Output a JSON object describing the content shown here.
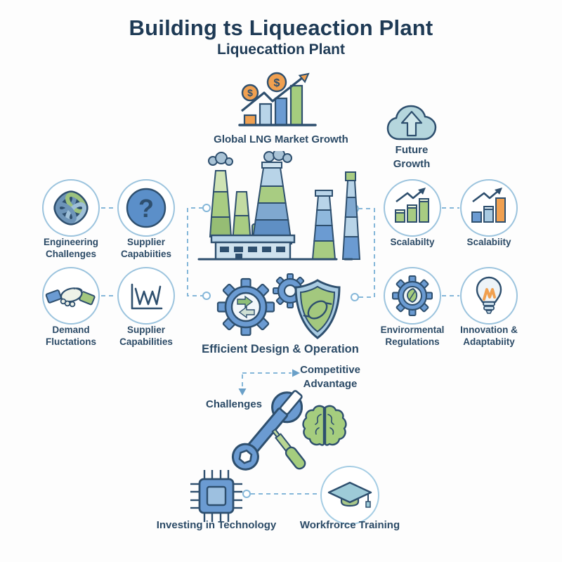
{
  "title": {
    "main": "Building ts Liqueaction Plant",
    "sub": "Liquecattion Plant"
  },
  "top": {
    "market_growth_label": "Global LNG Market Growth",
    "market_growth_icon": "bar-chart-dollar-growth-icon",
    "future_growth_label": "Future Growth",
    "future_growth_icon": "cloud-up-arrow-icon"
  },
  "left_column": {
    "items": [
      {
        "label": "Engineering Challenges",
        "icon": "knot-icon"
      },
      {
        "label": "Supplier Capabiities",
        "icon": "question-mark-icon"
      },
      {
        "label": "Demand Fluctations",
        "icon": "handshake-icon"
      },
      {
        "label": "Supplier Capabilities",
        "icon": "line-graph-icon"
      }
    ]
  },
  "right_column": {
    "items": [
      {
        "label": "Scalabilty",
        "icon": "growth-bars-green-icon"
      },
      {
        "label": "Scalabiity",
        "icon": "growth-bars-orange-icon"
      },
      {
        "label": "Envirormental Regulations",
        "icon": "eco-gear-leaf-icon"
      },
      {
        "label": "Innovation & Adaptabiity",
        "icon": "lightbulb-icon"
      }
    ]
  },
  "center": {
    "factory_icon": "factory-icon",
    "gears_shield_icon": "gears-shield-icon",
    "operation_label": "Efficient Design & Operation",
    "competitive_advantage_label": "Competitive Advantage",
    "challenges_label": "Challenges",
    "tools_icon": "wrench-screwdriver-brain-icon"
  },
  "bottom": {
    "items": [
      {
        "label": "Investing in Technology",
        "icon": "microchip-icon"
      },
      {
        "label": "Workfrorce Training",
        "icon": "graduation-cap-icon"
      }
    ]
  },
  "colors": {
    "background": "#fdfdfd",
    "text_navy": "#2b4a66",
    "title_navy": "#1e3a55",
    "outline_navy": "#2e4f6e",
    "blue": "#6b9bd2",
    "mid_blue": "#8fb8dc",
    "light_blue": "#b8d4e8",
    "pale_blue": "#cfe2ee",
    "green": "#a5cd7e",
    "light_green": "#c3dba2",
    "orange": "#f0a050",
    "cloud_teal": "#b5d6dd",
    "circle_border": "#9cc4de",
    "dash_blue": "#85b7d9"
  }
}
